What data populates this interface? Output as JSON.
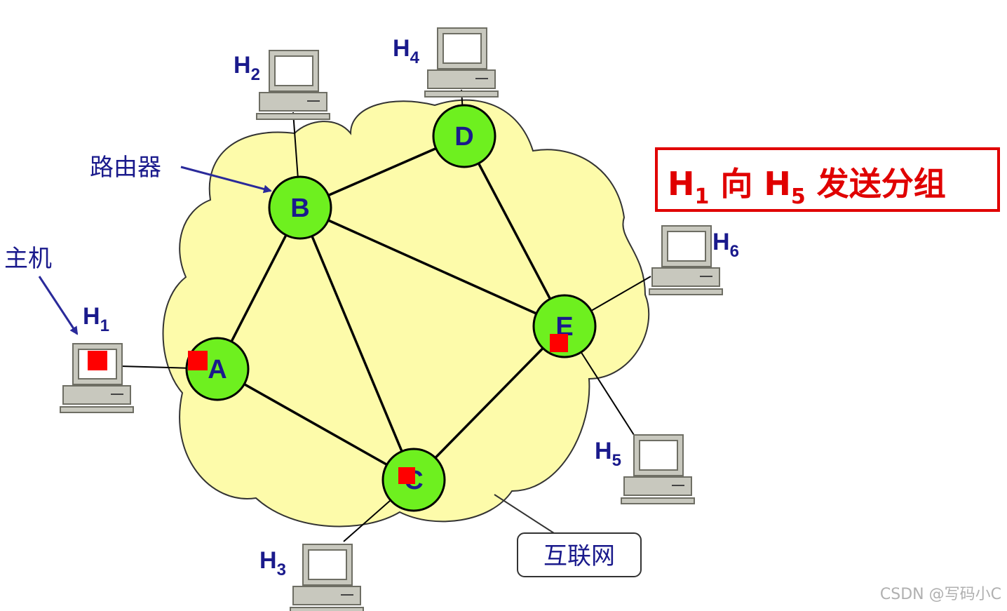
{
  "title": {
    "h": "H",
    "sub1": "1",
    "mid": " 向 H",
    "sub5": "5",
    "tail": " 发送分组"
  },
  "labels": {
    "router": "路由器",
    "host": "主机",
    "internet": "互联网"
  },
  "nodes": [
    {
      "id": "A",
      "label": "A"
    },
    {
      "id": "B",
      "label": "B"
    },
    {
      "id": "C",
      "label": "C"
    },
    {
      "id": "D",
      "label": "D"
    },
    {
      "id": "E",
      "label": "E"
    }
  ],
  "hosts": [
    {
      "id": "H1",
      "letter": "H",
      "num": "1"
    },
    {
      "id": "H2",
      "letter": "H",
      "num": "2"
    },
    {
      "id": "H3",
      "letter": "H",
      "num": "3"
    },
    {
      "id": "H4",
      "letter": "H",
      "num": "4"
    },
    {
      "id": "H5",
      "letter": "H",
      "num": "5"
    },
    {
      "id": "H6",
      "letter": "H",
      "num": "6"
    }
  ],
  "links": [
    [
      "A",
      "B"
    ],
    [
      "B",
      "D"
    ],
    [
      "B",
      "C"
    ],
    [
      "B",
      "E"
    ],
    [
      "D",
      "E"
    ],
    [
      "A",
      "C"
    ],
    [
      "C",
      "E"
    ],
    [
      "H1",
      "A"
    ],
    [
      "H2",
      "B"
    ],
    [
      "H4",
      "D"
    ],
    [
      "H3",
      "C"
    ],
    [
      "H6",
      "E"
    ],
    [
      "H5",
      "E"
    ]
  ],
  "colors": {
    "cloud": "#fdfbaa",
    "node": "#6ef01f",
    "packet": "#ff0000",
    "title_border": "#e00000",
    "label": "#1a1a8c"
  },
  "watermark": "CSDN @写码小C"
}
